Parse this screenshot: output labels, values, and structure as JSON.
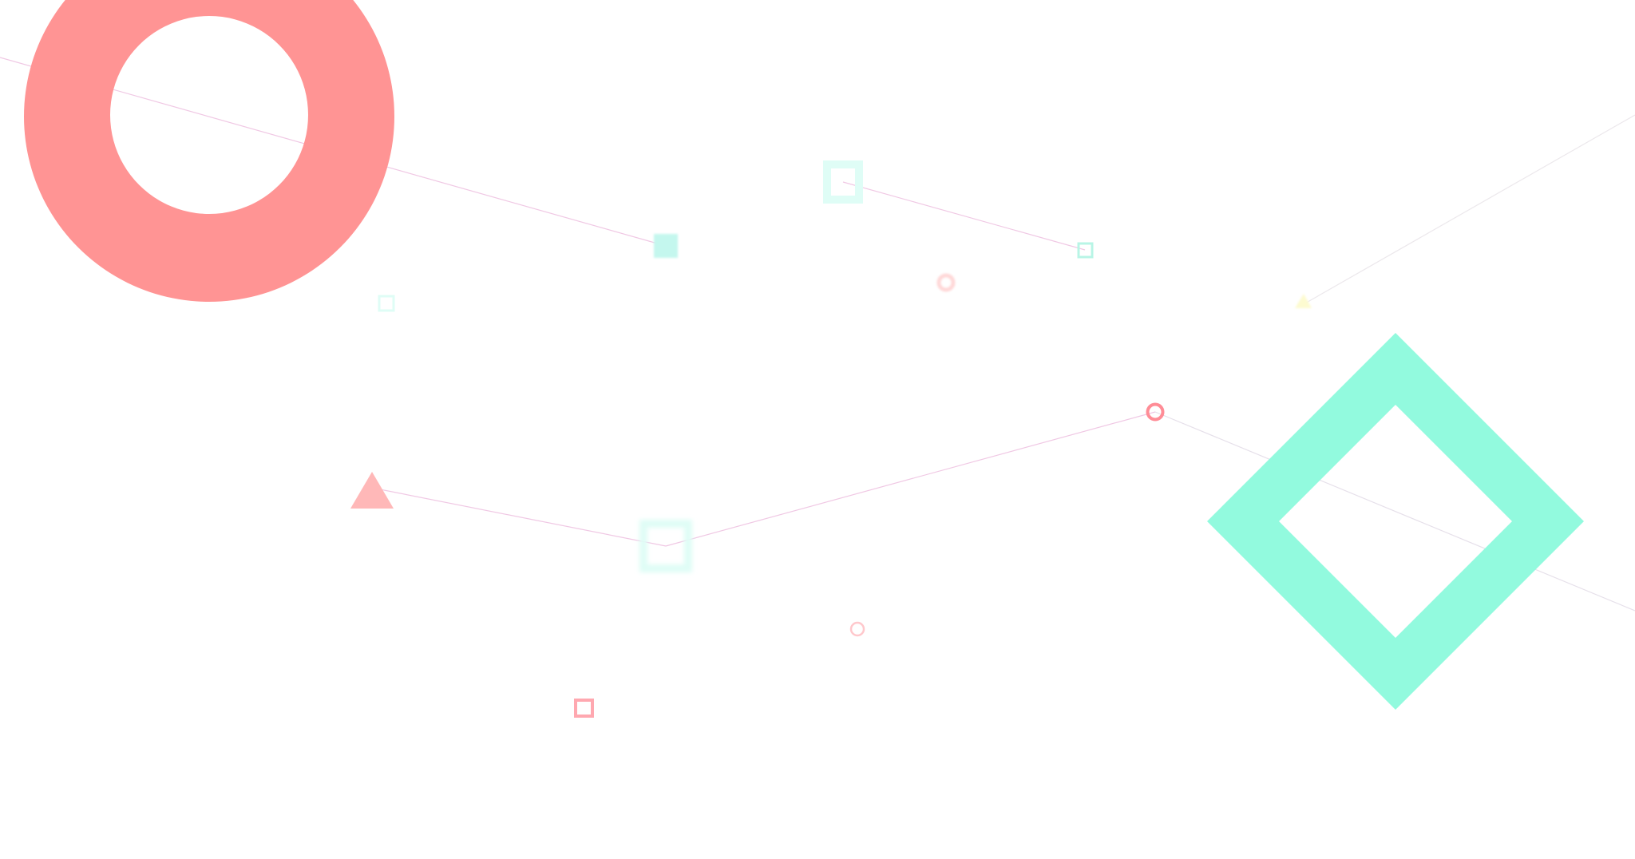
{
  "scene": {
    "background": "#ffffff",
    "palette": {
      "coral": "#ff9494",
      "coral_light": "#ffb8b8",
      "coral_faint": "#ffd0d0",
      "pink_line": "#f0c8e4",
      "mint": "#92fade",
      "mint_light": "#c4f7ee",
      "mint_faint": "#dffdf6",
      "pale_yellow": "#fdfbd0",
      "connector_gray": "#e6e0ea"
    },
    "shapes": [
      {
        "kind": "ring",
        "name": "ring-large-coral"
      },
      {
        "kind": "diamond-outline",
        "name": "diamond-large-mint"
      },
      {
        "kind": "triangle",
        "name": "triangle-coral"
      },
      {
        "kind": "triangle",
        "name": "triangle-pale-yellow"
      },
      {
        "kind": "square-outline",
        "name": "square-mint-top"
      },
      {
        "kind": "square-filled",
        "name": "square-mint-solid"
      },
      {
        "kind": "square-outline",
        "name": "square-mint-small-right"
      },
      {
        "kind": "square-outline",
        "name": "square-mint-small-left"
      },
      {
        "kind": "square-outline",
        "name": "square-mint-blurred"
      },
      {
        "kind": "square-outline",
        "name": "square-coral-small"
      },
      {
        "kind": "ring",
        "name": "ring-coral-small"
      },
      {
        "kind": "ring",
        "name": "ring-coral-faint"
      },
      {
        "kind": "ring",
        "name": "ring-coral-blurred"
      }
    ]
  }
}
